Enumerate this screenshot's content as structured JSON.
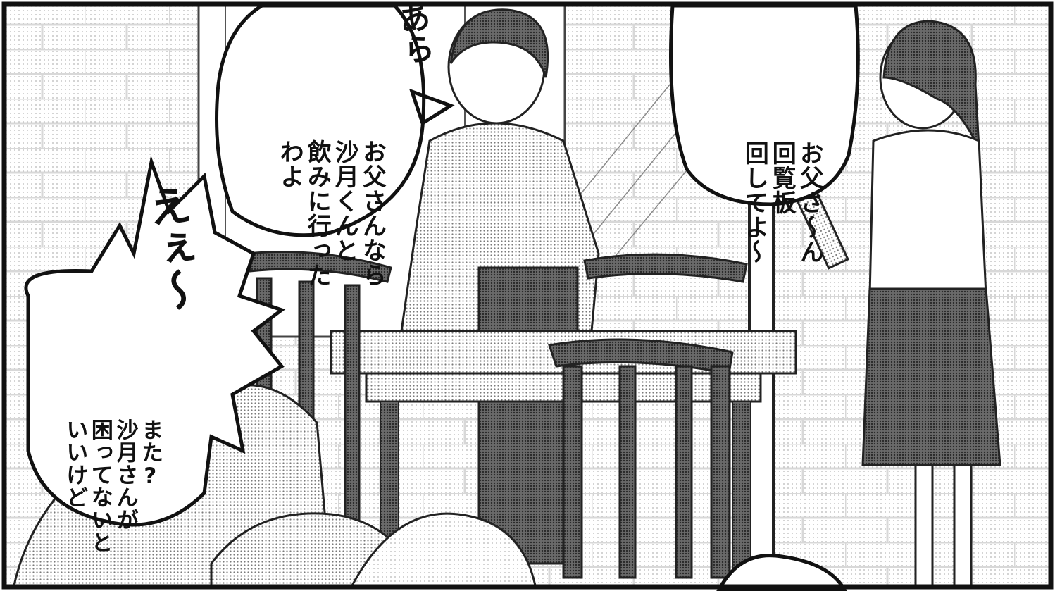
{
  "panel": {
    "speech_bubbles": [
      {
        "id": "mother",
        "lines": [
          "お父さんなら",
          "沙月くんと",
          "飲みに行った",
          "わよ"
        ]
      },
      {
        "id": "girl",
        "lines": [
          "お父さ〜ん",
          "回覧板",
          "回してよ〜"
        ]
      },
      {
        "id": "foreground",
        "lines": [
          "また?",
          "沙月さんが",
          "困ってないと",
          "いいけど"
        ]
      }
    ],
    "sound_effects": [
      {
        "id": "ara",
        "text": "あら"
      },
      {
        "id": "ee",
        "text": "えぇ〜"
      }
    ]
  }
}
